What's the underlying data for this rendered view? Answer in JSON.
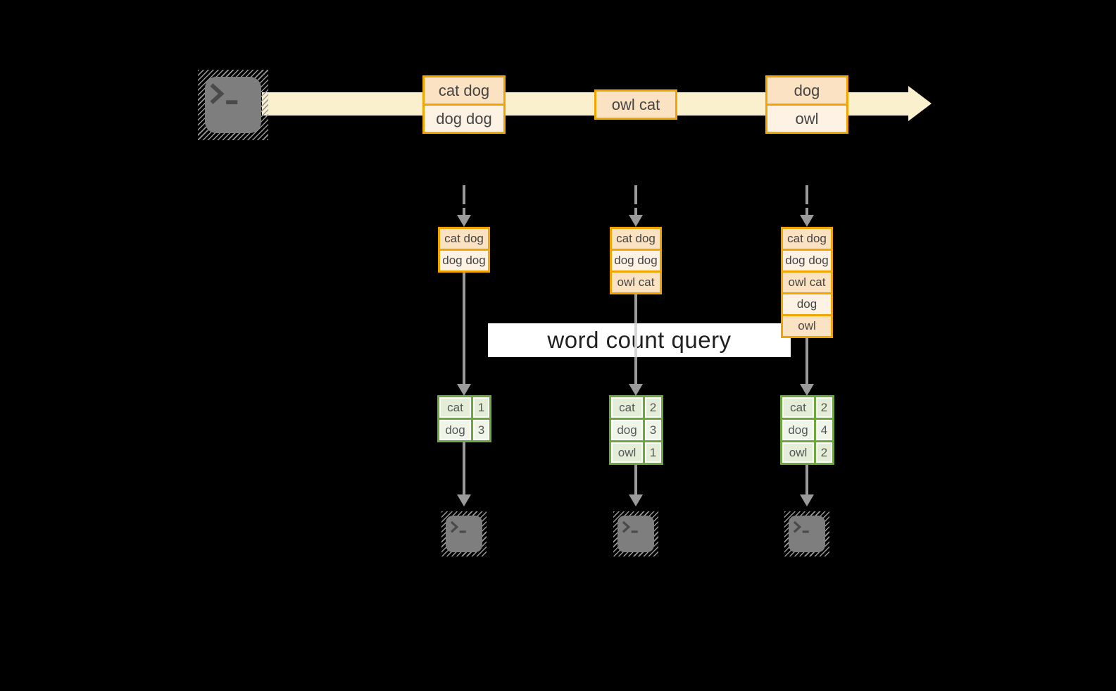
{
  "title": "word count query",
  "colors": {
    "background": "#000000",
    "stream_fill": "#FAF0CE",
    "record_border": "#F0A500",
    "record_fill_dark": "#FBE2C3",
    "record_fill_light": "#FDF2E4",
    "table_border": "#6CA83E",
    "table_fill_dark": "#E3EDD8",
    "table_fill_light": "#F0F5EA",
    "connector_gray": "#9B9B9B",
    "terminal_gray": "#7E7E7E"
  },
  "stream": {
    "source_icon": "terminal-icon",
    "batches": [
      {
        "lines": [
          "cat dog",
          "dog dog"
        ]
      },
      {
        "lines": [
          "owl cat"
        ]
      },
      {
        "lines": [
          "dog",
          "owl"
        ]
      }
    ]
  },
  "columns": [
    {
      "records": [
        "cat dog",
        "dog dog"
      ],
      "counts": [
        {
          "word": "cat",
          "count": 1
        },
        {
          "word": "dog",
          "count": 3
        }
      ],
      "sink_icon": "terminal-icon"
    },
    {
      "records": [
        "cat dog",
        "dog dog",
        "owl cat"
      ],
      "counts": [
        {
          "word": "cat",
          "count": 2
        },
        {
          "word": "dog",
          "count": 3
        },
        {
          "word": "owl",
          "count": 1
        }
      ],
      "sink_icon": "terminal-icon"
    },
    {
      "records": [
        "cat dog",
        "dog dog",
        "owl cat",
        "dog",
        "owl"
      ],
      "counts": [
        {
          "word": "cat",
          "count": 2
        },
        {
          "word": "dog",
          "count": 4
        },
        {
          "word": "owl",
          "count": 2
        }
      ],
      "sink_icon": "terminal-icon"
    }
  ]
}
